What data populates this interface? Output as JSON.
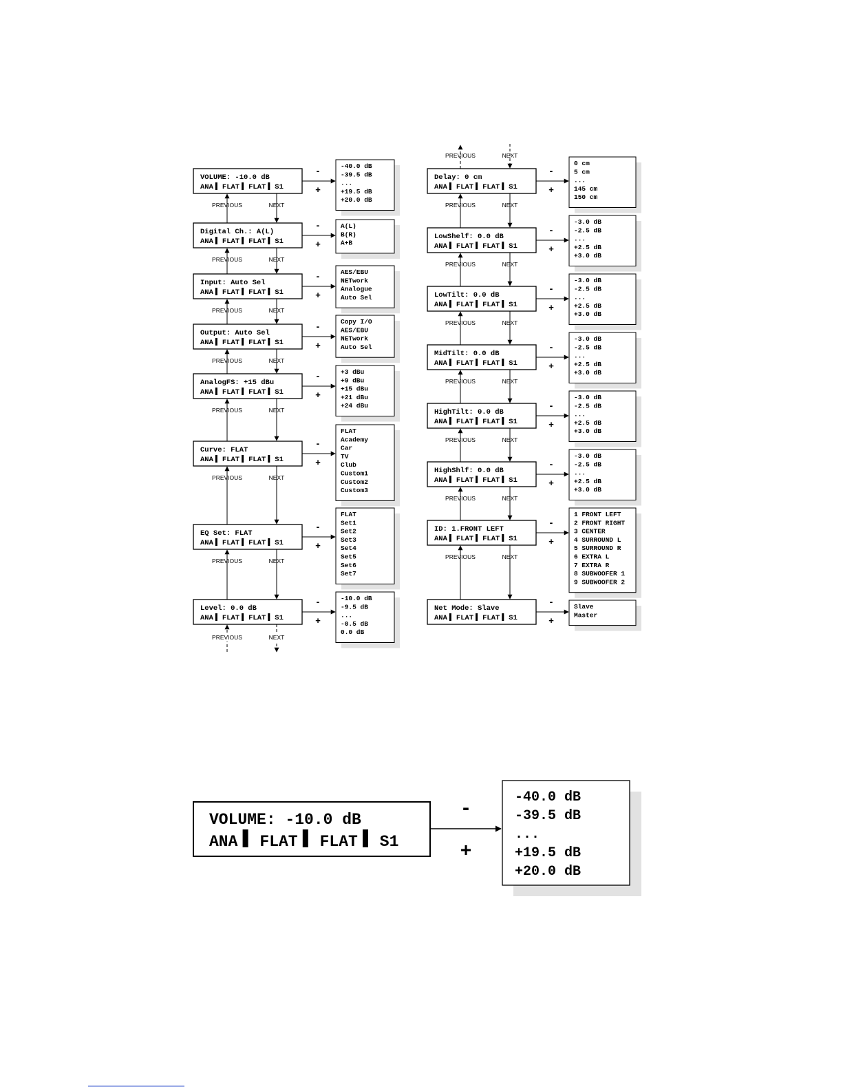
{
  "status": [
    "ANA",
    "FLAT",
    "FLAT",
    "S1"
  ],
  "labels": {
    "previous": "PREVIOUS",
    "next": "NEXT",
    "minus": "-",
    "plus": "+"
  },
  "left_column": [
    {
      "id": "volume",
      "title": "VOLUME: -10.0 dB",
      "options": [
        "-40.0 dB",
        "-39.5 dB",
        "...",
        "+19.5 dB",
        "+20.0 dB"
      ]
    },
    {
      "id": "digital-ch",
      "title": "Digital Ch.: A(L)",
      "options": [
        "A(L)",
        "B(R)",
        "A+B"
      ]
    },
    {
      "id": "input",
      "title": "Input: Auto Sel",
      "options": [
        "AES/EBU",
        "NETwork",
        "Analogue",
        "Auto Sel"
      ]
    },
    {
      "id": "output",
      "title": "Output: Auto Sel",
      "options": [
        "Copy I/O",
        "AES/EBU",
        "NETwork",
        "Auto Sel"
      ]
    },
    {
      "id": "analogfs",
      "title": "AnalogFS: +15 dBu",
      "options": [
        "+3 dBu",
        "+9 dBu",
        "+15 dBu",
        "+21 dBu",
        "+24 dBu"
      ]
    },
    {
      "id": "curve",
      "title": "Curve: FLAT",
      "options": [
        "FLAT",
        "Academy",
        "Car",
        "TV",
        "Club",
        "Custom1",
        "Custom2",
        "Custom3"
      ]
    },
    {
      "id": "eq-set",
      "title": "EQ Set: FLAT",
      "options": [
        "FLAT",
        "Set1",
        "Set2",
        "Set3",
        "Set4",
        "Set5",
        "Set6",
        "Set7"
      ]
    },
    {
      "id": "level",
      "title": "Level: 0.0 dB",
      "options": [
        "-10.0 dB",
        "-9.5 dB",
        "...",
        "-0.5 dB",
        "0.0 dB"
      ]
    }
  ],
  "right_column": [
    {
      "id": "delay",
      "title": "Delay: 0 cm",
      "options": [
        "0 cm",
        "5 cm",
        "...",
        "145 cm",
        "150 cm"
      ]
    },
    {
      "id": "lowshelf",
      "title": "LowShelf: 0.0 dB",
      "options": [
        "-3.0 dB",
        "-2.5 dB",
        "...",
        "+2.5 dB",
        "+3.0 dB"
      ]
    },
    {
      "id": "lowtilt",
      "title": "LowTilt: 0.0 dB",
      "options": [
        "-3.0 dB",
        "-2.5 dB",
        "...",
        "+2.5 dB",
        "+3.0 dB"
      ]
    },
    {
      "id": "midtilt",
      "title": "MidTilt: 0.0 dB",
      "options": [
        "-3.0 dB",
        "-2.5 dB",
        "...",
        "+2.5 dB",
        "+3.0 dB"
      ]
    },
    {
      "id": "hightilt",
      "title": "HighTilt: 0.0 dB",
      "options": [
        "-3.0 dB",
        "-2.5 dB",
        "...",
        "+2.5 dB",
        "+3.0 dB"
      ]
    },
    {
      "id": "highshlf",
      "title": "HighShlf: 0.0 dB",
      "options": [
        "-3.0 dB",
        "-2.5 dB",
        "...",
        "+2.5 dB",
        "+3.0 dB"
      ]
    },
    {
      "id": "id",
      "title": "ID: 1.FRONT LEFT",
      "options": [
        "1 FRONT LEFT",
        "2 FRONT RIGHT",
        "3 CENTER",
        "4 SURROUND L",
        "5 SURROUND R",
        "6 EXTRA L",
        "7 EXTRA R",
        "8 SUBWOOFER 1",
        "9 SUBWOOFER 2"
      ]
    },
    {
      "id": "net-mode",
      "title": "Net Mode: Slave",
      "options": [
        "Slave",
        "Master"
      ]
    }
  ],
  "detail": {
    "title": "VOLUME: -10.0 dB",
    "status": [
      "ANA",
      "FLAT",
      "FLAT",
      "S1"
    ],
    "options": [
      "-40.0 dB",
      "-39.5 dB",
      "...",
      "+19.5 dB",
      "+20.0 dB"
    ]
  }
}
